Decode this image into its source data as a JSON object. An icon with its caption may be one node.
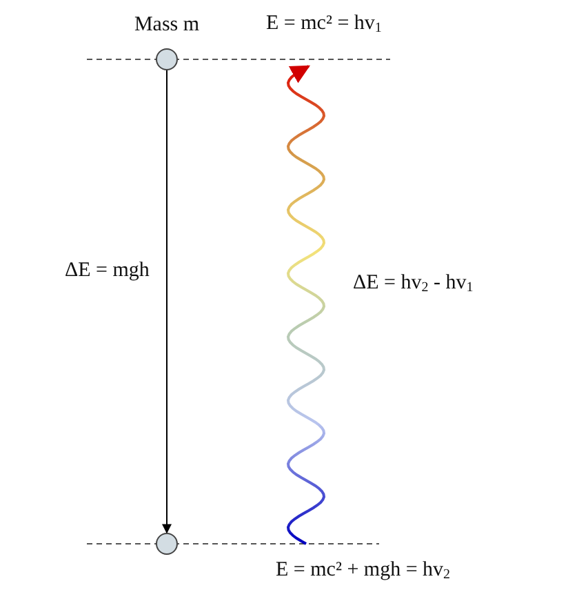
{
  "diagram": {
    "nodes": [
      {
        "text": [
          "Mass m"
        ]
      },
      {
        "text": [],
        "shape": "circle"
      }
    ],
    "edges": [
      {
        "from": 0,
        "to": 1,
        "arrow": "to",
        "label": "ΔE = mgh"
      }
    ],
    "labels": [
      "E = mc² = hv$_{1}$",
      "ΔE = hv$_{2}$ - hv$_{1}$",
      "E = mc² + mgh = hv$_{2}$"
    ]
  }
}
